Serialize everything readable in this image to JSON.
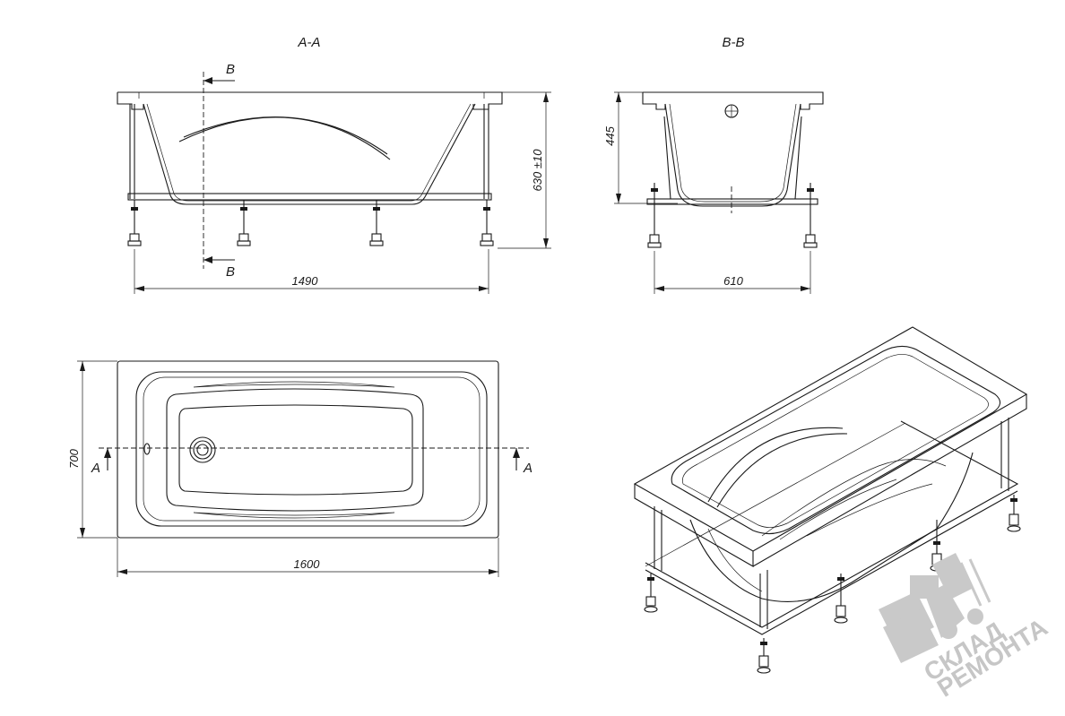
{
  "section_aa": {
    "title": "A-A",
    "width_label": "1490",
    "height_label": "630 ±10",
    "cut_label_top": "B",
    "cut_label_bottom": "B"
  },
  "section_bb": {
    "title": "B-B",
    "width_label": "610",
    "height_label": "445"
  },
  "plan": {
    "length_label": "1600",
    "width_label": "700",
    "cut_label_left": "A",
    "cut_label_right": "A"
  },
  "watermark": {
    "line1": "СКЛАД",
    "line2": "РЕМОНТА"
  }
}
